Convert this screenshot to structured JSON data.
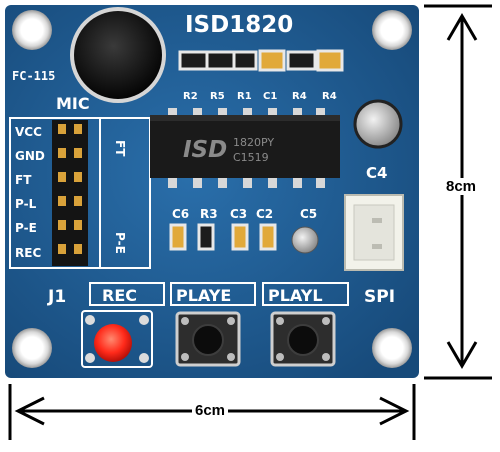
{
  "board": {
    "title": "ISD1820",
    "model": "FC-115",
    "mic_label": "MIC",
    "chip_brand": "ISD",
    "chip_part": "1820PY",
    "chip_code": "C1519",
    "top_labels": [
      "R2",
      "R5",
      "R1",
      "C1",
      "R4",
      "R4"
    ],
    "c4_label": "C4",
    "cap_labels": [
      "C6",
      "R3",
      "C3",
      "C2",
      "C5"
    ],
    "pins": [
      "VCC",
      "GND",
      "FT",
      "P-L",
      "P-E",
      "REC"
    ],
    "jumper_labels": [
      "FT",
      "P-E"
    ],
    "j1_label": "J1",
    "spi_label": "SPI",
    "buttons": [
      "REC",
      "PLAYE",
      "PLAYL"
    ]
  },
  "dimensions": {
    "height": "8cm",
    "width": "6cm"
  },
  "colors": {
    "pcb": "#1f5e97",
    "pcb_dark": "#174a7a",
    "silkscreen": "#ffffff",
    "led": "#ff2a1a"
  }
}
